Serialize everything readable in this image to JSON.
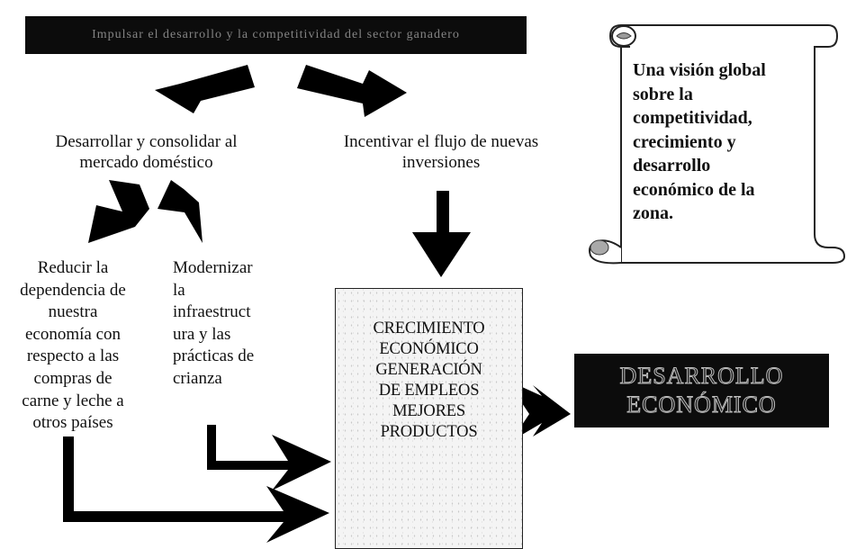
{
  "top_banner": {
    "text": "Impulsar el desarrollo y la competitividad del sector ganadero"
  },
  "branches": {
    "left": {
      "lines": [
        "Desarrollar y consolidar al",
        "mercado doméstico"
      ]
    },
    "right": {
      "lines": [
        "Incentivar el flujo de nuevas",
        "inversiones"
      ]
    }
  },
  "sub_branches": {
    "reduce": {
      "lines": [
        "Reducir la",
        "dependencia de",
        "nuestra",
        "economía con",
        "respecto a las",
        "compras de",
        "carne y leche a",
        "otros países"
      ]
    },
    "modernize": {
      "lines": [
        "Modernizar",
        "la",
        "infraestruct",
        "ura y las",
        "prácticas de",
        "crianza"
      ]
    }
  },
  "growth_box": {
    "lines": [
      "CRECIMIENTO",
      "ECONÓMICO",
      "GENERACIÓN",
      "DE EMPLEOS",
      "MEJORES",
      "PRODUCTOS"
    ]
  },
  "result_banner": {
    "lines": [
      "DESARROLLO",
      "ECONÓMICO"
    ]
  },
  "scroll": {
    "lines": [
      "Una visión global",
      "sobre  la",
      "competitividad,",
      "crecimiento y",
      "desarrollo",
      "económico de la",
      "zona."
    ]
  }
}
